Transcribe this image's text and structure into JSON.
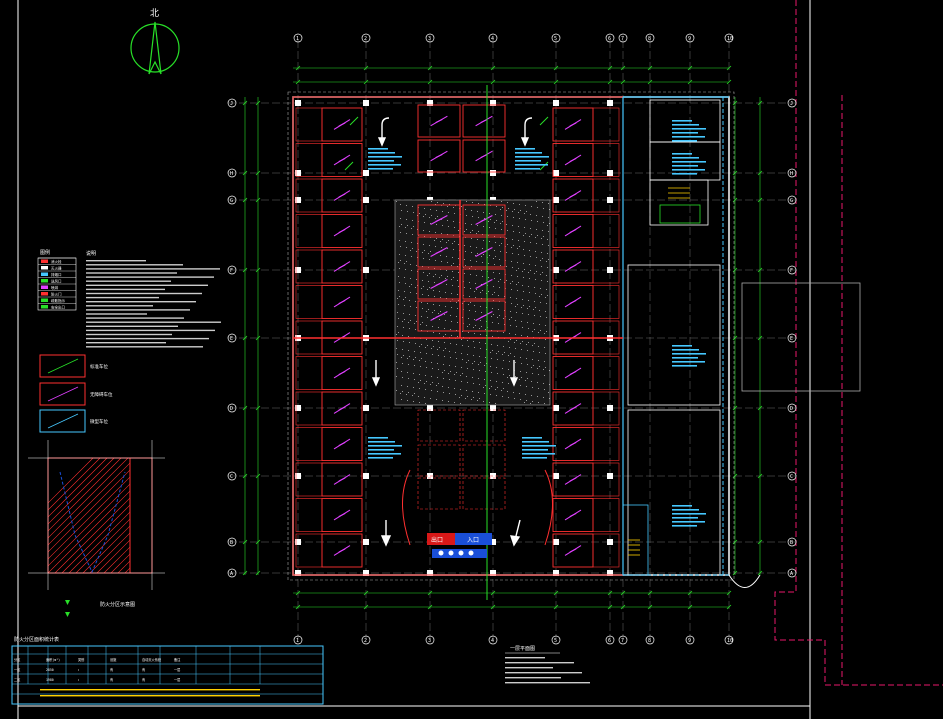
{
  "north_label": "北",
  "scale_label": "一层平面图",
  "axes": {
    "top": [
      "1",
      "2",
      "3",
      "4",
      "5",
      "6",
      "7",
      "8",
      "9",
      "10"
    ],
    "left": [
      "J",
      "H",
      "G",
      "F",
      "E",
      "D",
      "C",
      "B",
      "A"
    ]
  },
  "legend": {
    "title": "图例",
    "items": [
      "消火栓",
      "灭火器",
      "排烟口",
      "送风口",
      "喷淋",
      "防火门",
      "疏散指示",
      "安全出口"
    ]
  },
  "notes_title": "说明",
  "parking_samples": [
    "标准车位",
    "无障碍车位",
    "微型车位"
  ],
  "key_plan_title": "防火分区示意图",
  "sign_labels": [
    "出口",
    "入口"
  ],
  "title_block": {
    "heading": "防火分区面积统计表",
    "columns": [
      "分区",
      "面积(m²)",
      "类别",
      "设施",
      "自动灭火系统",
      "备注"
    ],
    "rows": [
      [
        "一区",
        "2850",
        "Ⅰ",
        "有",
        "有",
        "一层"
      ],
      [
        "二区",
        "1980",
        "Ⅰ",
        "有",
        "有",
        "一层"
      ]
    ]
  },
  "colors": {
    "background": "#000000",
    "grid": "#ffffff",
    "wall": "#ff3030",
    "dim": "#28e028",
    "annotation": "#46c8ff",
    "mark": "#e040ff",
    "boundary": "#e8186a"
  }
}
